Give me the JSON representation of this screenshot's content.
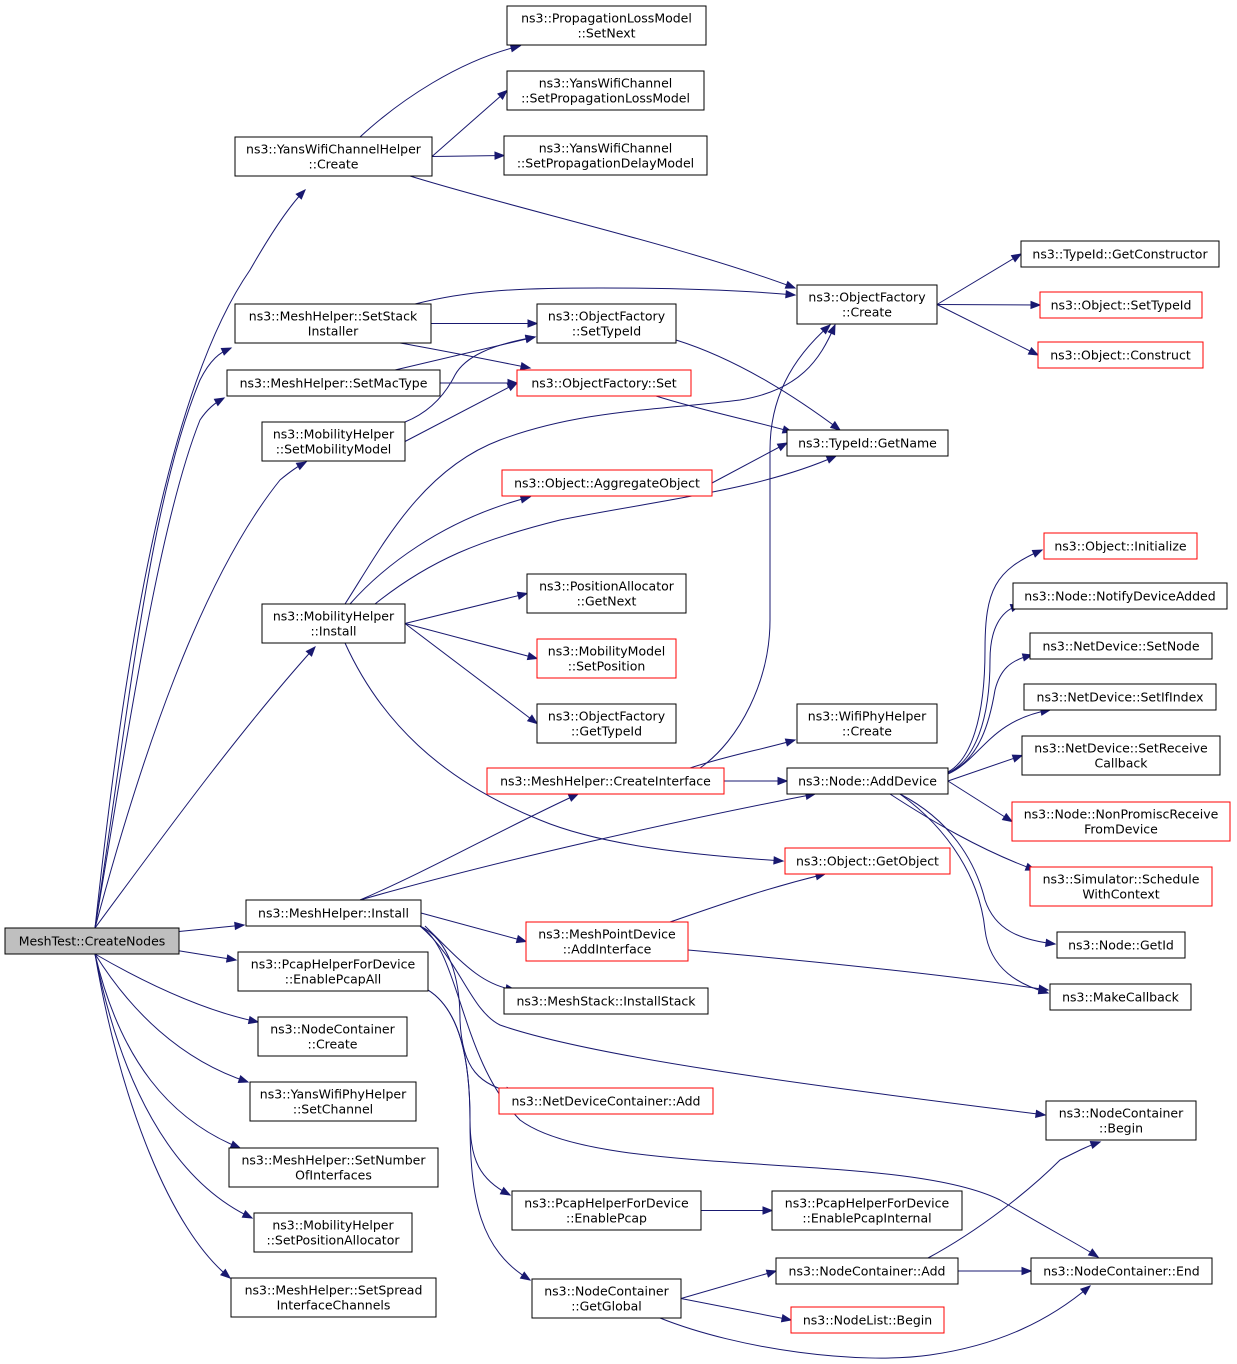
{
  "graph": {
    "colors": {
      "edge": "#191970",
      "border": "#000000",
      "red_border": "#ff0000",
      "root_fill": "#bfbfbf"
    },
    "nodes": [
      {
        "id": "root",
        "lines": [
          "MeshTest::CreateNodes"
        ],
        "style": "root"
      },
      {
        "id": "ywch_create",
        "lines": [
          "ns3::YansWifiChannelHelper",
          "::Create"
        ],
        "style": "black"
      },
      {
        "id": "plm_setnext",
        "lines": [
          "ns3::PropagationLossModel",
          "::SetNext"
        ],
        "style": "black"
      },
      {
        "id": "ywc_setplm",
        "lines": [
          "ns3::YansWifiChannel",
          "::SetPropagationLossModel"
        ],
        "style": "black"
      },
      {
        "id": "ywc_setpdm",
        "lines": [
          "ns3::YansWifiChannel",
          "::SetPropagationDelayModel"
        ],
        "style": "black"
      },
      {
        "id": "of_create",
        "lines": [
          "ns3::ObjectFactory",
          "::Create"
        ],
        "style": "black"
      },
      {
        "id": "tid_getctor",
        "lines": [
          "ns3::TypeId::GetConstructor"
        ],
        "style": "black"
      },
      {
        "id": "obj_settid",
        "lines": [
          "ns3::Object::SetTypeId"
        ],
        "style": "red"
      },
      {
        "id": "obj_construct",
        "lines": [
          "ns3::Object::Construct"
        ],
        "style": "red"
      },
      {
        "id": "mh_setstack",
        "lines": [
          "ns3::MeshHelper::SetStack",
          "Installer"
        ],
        "style": "black"
      },
      {
        "id": "of_settid",
        "lines": [
          "ns3::ObjectFactory",
          "::SetTypeId"
        ],
        "style": "black"
      },
      {
        "id": "mh_setmac",
        "lines": [
          "ns3::MeshHelper::SetMacType"
        ],
        "style": "black"
      },
      {
        "id": "of_set",
        "lines": [
          "ns3::ObjectFactory::Set"
        ],
        "style": "red"
      },
      {
        "id": "mob_setmm",
        "lines": [
          "ns3::MobilityHelper",
          "::SetMobilityModel"
        ],
        "style": "black"
      },
      {
        "id": "tid_getname",
        "lines": [
          "ns3::TypeId::GetName"
        ],
        "style": "black"
      },
      {
        "id": "obj_aggregate",
        "lines": [
          "ns3::Object::AggregateObject"
        ],
        "style": "red"
      },
      {
        "id": "mob_install",
        "lines": [
          "ns3::MobilityHelper",
          "::Install"
        ],
        "style": "black"
      },
      {
        "id": "pa_getnext",
        "lines": [
          "ns3::PositionAllocator",
          "::GetNext"
        ],
        "style": "black"
      },
      {
        "id": "mm_setpos",
        "lines": [
          "ns3::MobilityModel",
          "::SetPosition"
        ],
        "style": "red"
      },
      {
        "id": "of_gettid",
        "lines": [
          "ns3::ObjectFactory",
          "::GetTypeId"
        ],
        "style": "black"
      },
      {
        "id": "obj_init",
        "lines": [
          "ns3::Object::Initialize"
        ],
        "style": "red"
      },
      {
        "id": "node_notify",
        "lines": [
          "ns3::Node::NotifyDeviceAdded"
        ],
        "style": "black"
      },
      {
        "id": "nd_setnode",
        "lines": [
          "ns3::NetDevice::SetNode"
        ],
        "style": "black"
      },
      {
        "id": "nd_setifindex",
        "lines": [
          "ns3::NetDevice::SetIfIndex"
        ],
        "style": "black"
      },
      {
        "id": "nd_setrecv",
        "lines": [
          "ns3::NetDevice::SetReceive",
          "Callback"
        ],
        "style": "black"
      },
      {
        "id": "wph_create",
        "lines": [
          "ns3::WifiPhyHelper",
          "::Create"
        ],
        "style": "black"
      },
      {
        "id": "mh_createif",
        "lines": [
          "ns3::MeshHelper::CreateInterface"
        ],
        "style": "red"
      },
      {
        "id": "node_adddev",
        "lines": [
          "ns3::Node::AddDevice"
        ],
        "style": "black"
      },
      {
        "id": "node_nonprom",
        "lines": [
          "ns3::Node::NonPromiscReceive",
          "FromDevice"
        ],
        "style": "red"
      },
      {
        "id": "obj_getobj",
        "lines": [
          "ns3::Object::GetObject"
        ],
        "style": "red"
      },
      {
        "id": "sim_sched",
        "lines": [
          "ns3::Simulator::Schedule",
          "WithContext"
        ],
        "style": "red"
      },
      {
        "id": "mh_install",
        "lines": [
          "ns3::MeshHelper::Install"
        ],
        "style": "black"
      },
      {
        "id": "mpd_addif",
        "lines": [
          "ns3::MeshPointDevice",
          "::AddInterface"
        ],
        "style": "red"
      },
      {
        "id": "node_getid",
        "lines": [
          "ns3::Node::GetId"
        ],
        "style": "black"
      },
      {
        "id": "ph_enableall",
        "lines": [
          "ns3::PcapHelperForDevice",
          "::EnablePcapAll"
        ],
        "style": "black"
      },
      {
        "id": "make_cb",
        "lines": [
          "ns3::MakeCallback"
        ],
        "style": "black"
      },
      {
        "id": "ms_installstack",
        "lines": [
          "ns3::MeshStack::InstallStack"
        ],
        "style": "black"
      },
      {
        "id": "nc_create",
        "lines": [
          "ns3::NodeContainer",
          "::Create"
        ],
        "style": "black"
      },
      {
        "id": "ywph_setch",
        "lines": [
          "ns3::YansWifiPhyHelper",
          "::SetChannel"
        ],
        "style": "black"
      },
      {
        "id": "ndc_add",
        "lines": [
          "ns3::NetDeviceContainer::Add"
        ],
        "style": "red"
      },
      {
        "id": "nc_begin",
        "lines": [
          "ns3::NodeContainer",
          "::Begin"
        ],
        "style": "black"
      },
      {
        "id": "mh_setnum",
        "lines": [
          "ns3::MeshHelper::SetNumber",
          "OfInterfaces"
        ],
        "style": "black"
      },
      {
        "id": "ph_enable",
        "lines": [
          "ns3::PcapHelperForDevice",
          "::EnablePcap"
        ],
        "style": "black"
      },
      {
        "id": "ph_enableint",
        "lines": [
          "ns3::PcapHelperForDevice",
          "::EnablePcapInternal"
        ],
        "style": "black"
      },
      {
        "id": "mob_setpa",
        "lines": [
          "ns3::MobilityHelper",
          "::SetPositionAllocator"
        ],
        "style": "black"
      },
      {
        "id": "nc_add",
        "lines": [
          "ns3::NodeContainer::Add"
        ],
        "style": "black"
      },
      {
        "id": "nc_end",
        "lines": [
          "ns3::NodeContainer::End"
        ],
        "style": "black"
      },
      {
        "id": "nc_getglobal",
        "lines": [
          "ns3::NodeContainer",
          "::GetGlobal"
        ],
        "style": "black"
      },
      {
        "id": "mh_setspread",
        "lines": [
          "ns3::MeshHelper::SetSpread",
          "InterfaceChannels"
        ],
        "style": "black"
      },
      {
        "id": "nl_begin",
        "lines": [
          "ns3::NodeList::Begin"
        ],
        "style": "red"
      }
    ],
    "edges": [
      [
        "root",
        "ywch_create"
      ],
      [
        "root",
        "mh_setstack"
      ],
      [
        "root",
        "mh_setmac"
      ],
      [
        "root",
        "mob_setmm"
      ],
      [
        "root",
        "mob_install"
      ],
      [
        "root",
        "mh_install"
      ],
      [
        "root",
        "ph_enableall"
      ],
      [
        "root",
        "nc_create"
      ],
      [
        "root",
        "ywph_setch"
      ],
      [
        "root",
        "mh_setnum"
      ],
      [
        "root",
        "mob_setpa"
      ],
      [
        "root",
        "mh_setspread"
      ],
      [
        "ywch_create",
        "plm_setnext"
      ],
      [
        "ywch_create",
        "ywc_setplm"
      ],
      [
        "ywch_create",
        "ywc_setpdm"
      ],
      [
        "ywch_create",
        "of_create"
      ],
      [
        "of_create",
        "tid_getctor"
      ],
      [
        "of_create",
        "obj_settid"
      ],
      [
        "of_create",
        "obj_construct"
      ],
      [
        "mh_setstack",
        "of_create"
      ],
      [
        "mh_setstack",
        "of_settid"
      ],
      [
        "mh_setstack",
        "of_set"
      ],
      [
        "mh_setmac",
        "of_settid"
      ],
      [
        "mh_setmac",
        "of_set"
      ],
      [
        "mob_setmm",
        "of_settid"
      ],
      [
        "mob_setmm",
        "of_set"
      ],
      [
        "of_settid",
        "tid_getname"
      ],
      [
        "of_set",
        "tid_getname"
      ],
      [
        "obj_aggregate",
        "tid_getname"
      ],
      [
        "mob_install",
        "of_create"
      ],
      [
        "mob_install",
        "obj_aggregate"
      ],
      [
        "mob_install",
        "tid_getname"
      ],
      [
        "mob_install",
        "pa_getnext"
      ],
      [
        "mob_install",
        "mm_setpos"
      ],
      [
        "mob_install",
        "of_gettid"
      ],
      [
        "mob_install",
        "obj_getobj"
      ],
      [
        "mh_install",
        "mh_createif"
      ],
      [
        "mh_install",
        "node_adddev"
      ],
      [
        "mh_install",
        "mpd_addif"
      ],
      [
        "mh_install",
        "ms_installstack"
      ],
      [
        "mh_install",
        "ndc_add"
      ],
      [
        "mh_install",
        "nc_begin"
      ],
      [
        "mh_install",
        "nc_end"
      ],
      [
        "mh_createif",
        "of_create"
      ],
      [
        "mh_createif",
        "wph_create"
      ],
      [
        "mh_createif",
        "node_adddev"
      ],
      [
        "node_adddev",
        "obj_init"
      ],
      [
        "node_adddev",
        "node_notify"
      ],
      [
        "node_adddev",
        "nd_setnode"
      ],
      [
        "node_adddev",
        "nd_setifindex"
      ],
      [
        "node_adddev",
        "nd_setrecv"
      ],
      [
        "node_adddev",
        "node_nonprom"
      ],
      [
        "node_adddev",
        "sim_sched"
      ],
      [
        "node_adddev",
        "node_getid"
      ],
      [
        "node_adddev",
        "make_cb"
      ],
      [
        "mpd_addif",
        "obj_getobj"
      ],
      [
        "mpd_addif",
        "make_cb"
      ],
      [
        "ph_enableall",
        "ph_enable"
      ],
      [
        "ph_enableall",
        "nc_getglobal"
      ],
      [
        "ph_enable",
        "ph_enableint"
      ],
      [
        "nc_getglobal",
        "nc_add"
      ],
      [
        "nc_getglobal",
        "nl_begin"
      ],
      [
        "nc_getglobal",
        "nc_end"
      ],
      [
        "nc_add",
        "nc_end"
      ],
      [
        "nc_add",
        "nc_begin"
      ]
    ]
  }
}
